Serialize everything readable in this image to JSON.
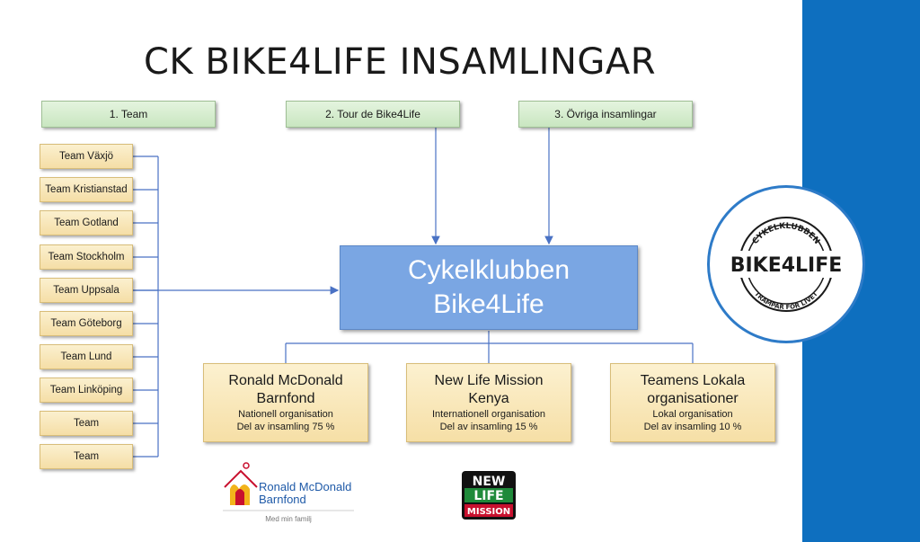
{
  "title": "CK BIKE4LIFE INSAMLINGAR",
  "categories": [
    "1. Team",
    "2. Tour de Bike4Life",
    "3. Övriga insamlingar"
  ],
  "teams": [
    "Team Växjö",
    "Team Kristianstad",
    "Team Gotland",
    "Team Stockholm",
    "Team Uppsala",
    "Team Göteborg",
    "Team Lund",
    "Team Linköping",
    "Team",
    "Team"
  ],
  "center": {
    "line1": "Cykelklubben",
    "line2": "Bike4Life"
  },
  "recipients": [
    {
      "name1": "Ronald McDonald",
      "name2": "Barnfond",
      "type": "Nationell organisation",
      "share": "Del av insamling 75 %"
    },
    {
      "name1": "New Life Mission",
      "name2": "Kenya",
      "type": "Internationell organisation",
      "share": "Del av insamling 15 %"
    },
    {
      "name1": "Teamens Lokala",
      "name2": "organisationer",
      "type": "Lokal organisation",
      "share": "Del av insamling 10 %"
    }
  ],
  "logos": {
    "bike4life": {
      "arc_top": "CYKELKLUBBEN",
      "main": "BIKE4LIFE",
      "arc_bottom": "TRAMPAR FÖR LIVET"
    },
    "ronald": {
      "line1": "Ronald McDonald",
      "line2": "Barnfond",
      "tagline": "Med min familj"
    },
    "nlm": {
      "line1": "NEW",
      "line2": "LIFE",
      "line3": "MISSION"
    }
  },
  "colors": {
    "blue_band": "#0e6fbf",
    "center_box": "#7aa6e3",
    "connector": "#4a72c4"
  }
}
